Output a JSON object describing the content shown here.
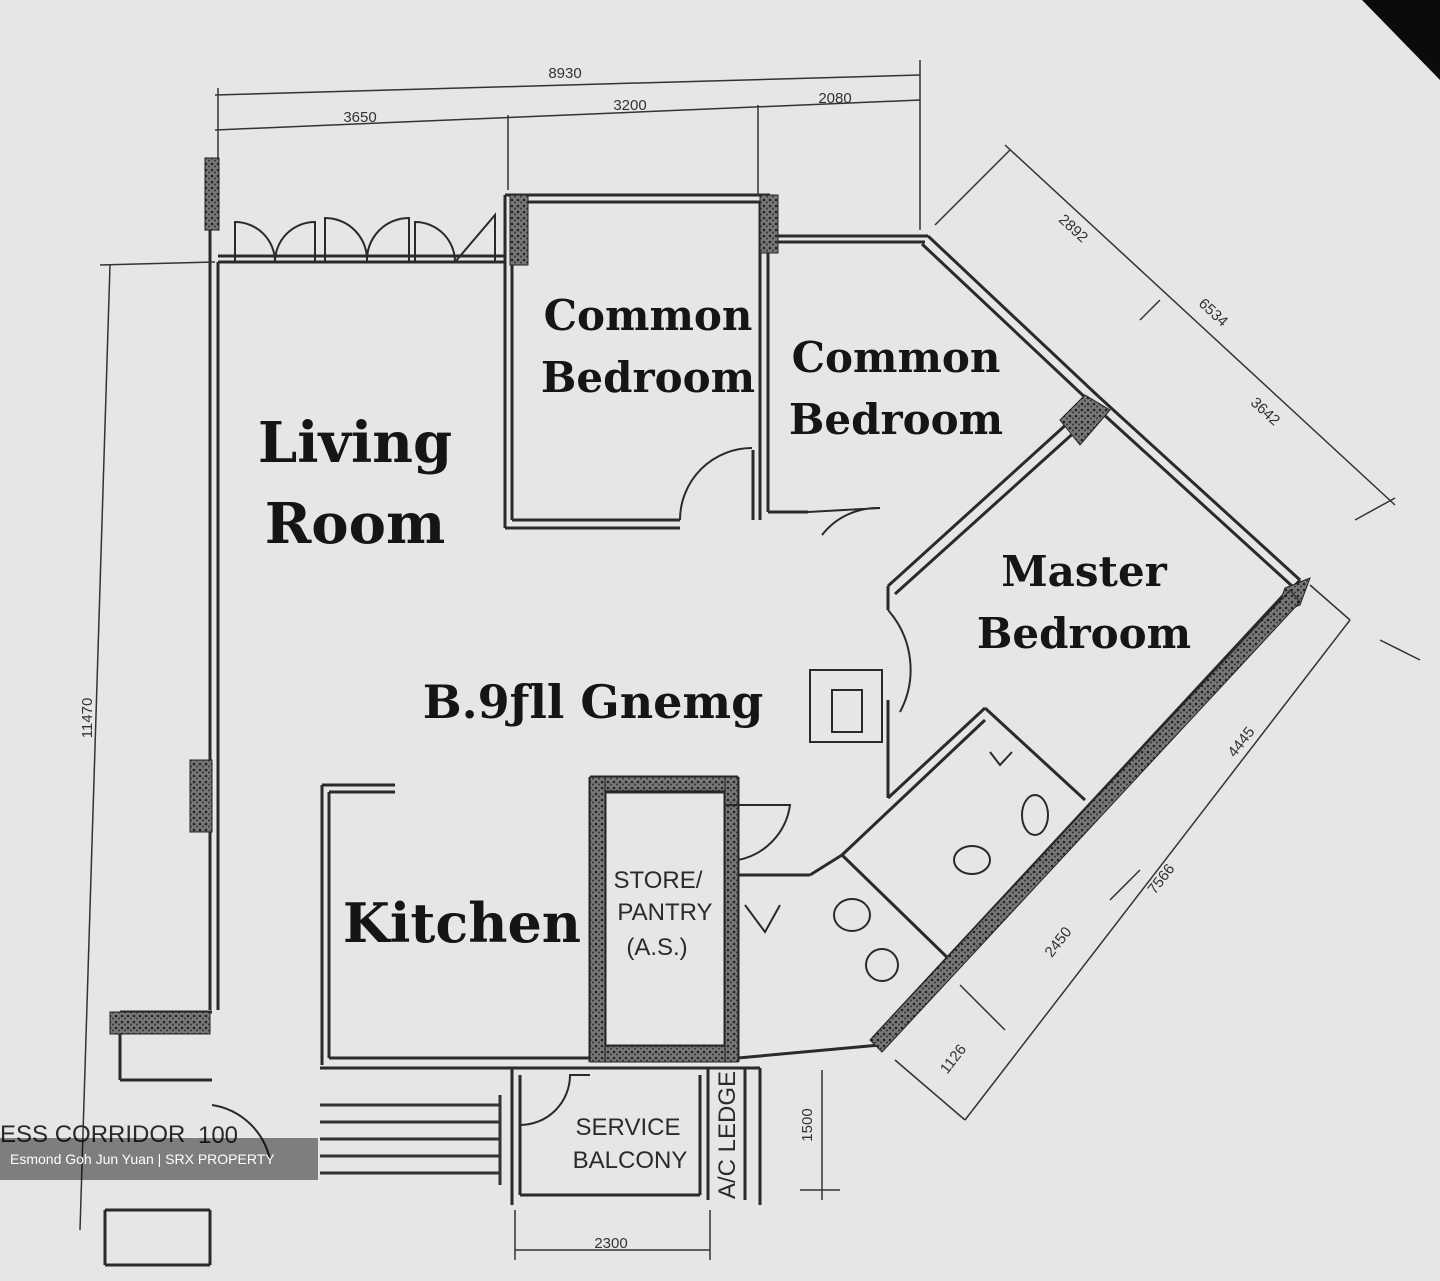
{
  "rooms": {
    "living_line1": "Living",
    "living_line2": "Room",
    "common1_line1": "Common",
    "common1_line2": "Bedroom",
    "common2_line1": "Common",
    "common2_line2": "Bedroom",
    "master_line1": "Master",
    "master_line2": "Bedroom",
    "kitchen": "Kitchen",
    "dining": "B.9ƒll Gnemg"
  },
  "annotations": {
    "store_line1": "STORE/",
    "store_line2": "PANTRY",
    "store_line3": "(A.S.)",
    "service_line1": "SERVICE",
    "service_line2": "BALCONY",
    "ac_ledge": "A/C LEDGE",
    "corridor": "ESS CORRIDOR",
    "door_100": "100"
  },
  "dimensions": {
    "total_top": "8930",
    "top_left": "3650",
    "top_mid": "3200",
    "top_right": "2080",
    "left_height": "11470",
    "diag_total": "6534",
    "diag_a": "2892",
    "diag_b": "3642",
    "low_total": "7566",
    "low_a": "2450",
    "low_b": "1126",
    "low_c": "4445",
    "bottom_width": "2300",
    "balcony_depth": "1500"
  },
  "watermark": "Esmond Goh Jun Yuan | SRX PROPERTY",
  "colors": {
    "paper": "#e6e6e6",
    "ink": "#2a2a2a",
    "background": "#0b0b0b"
  }
}
